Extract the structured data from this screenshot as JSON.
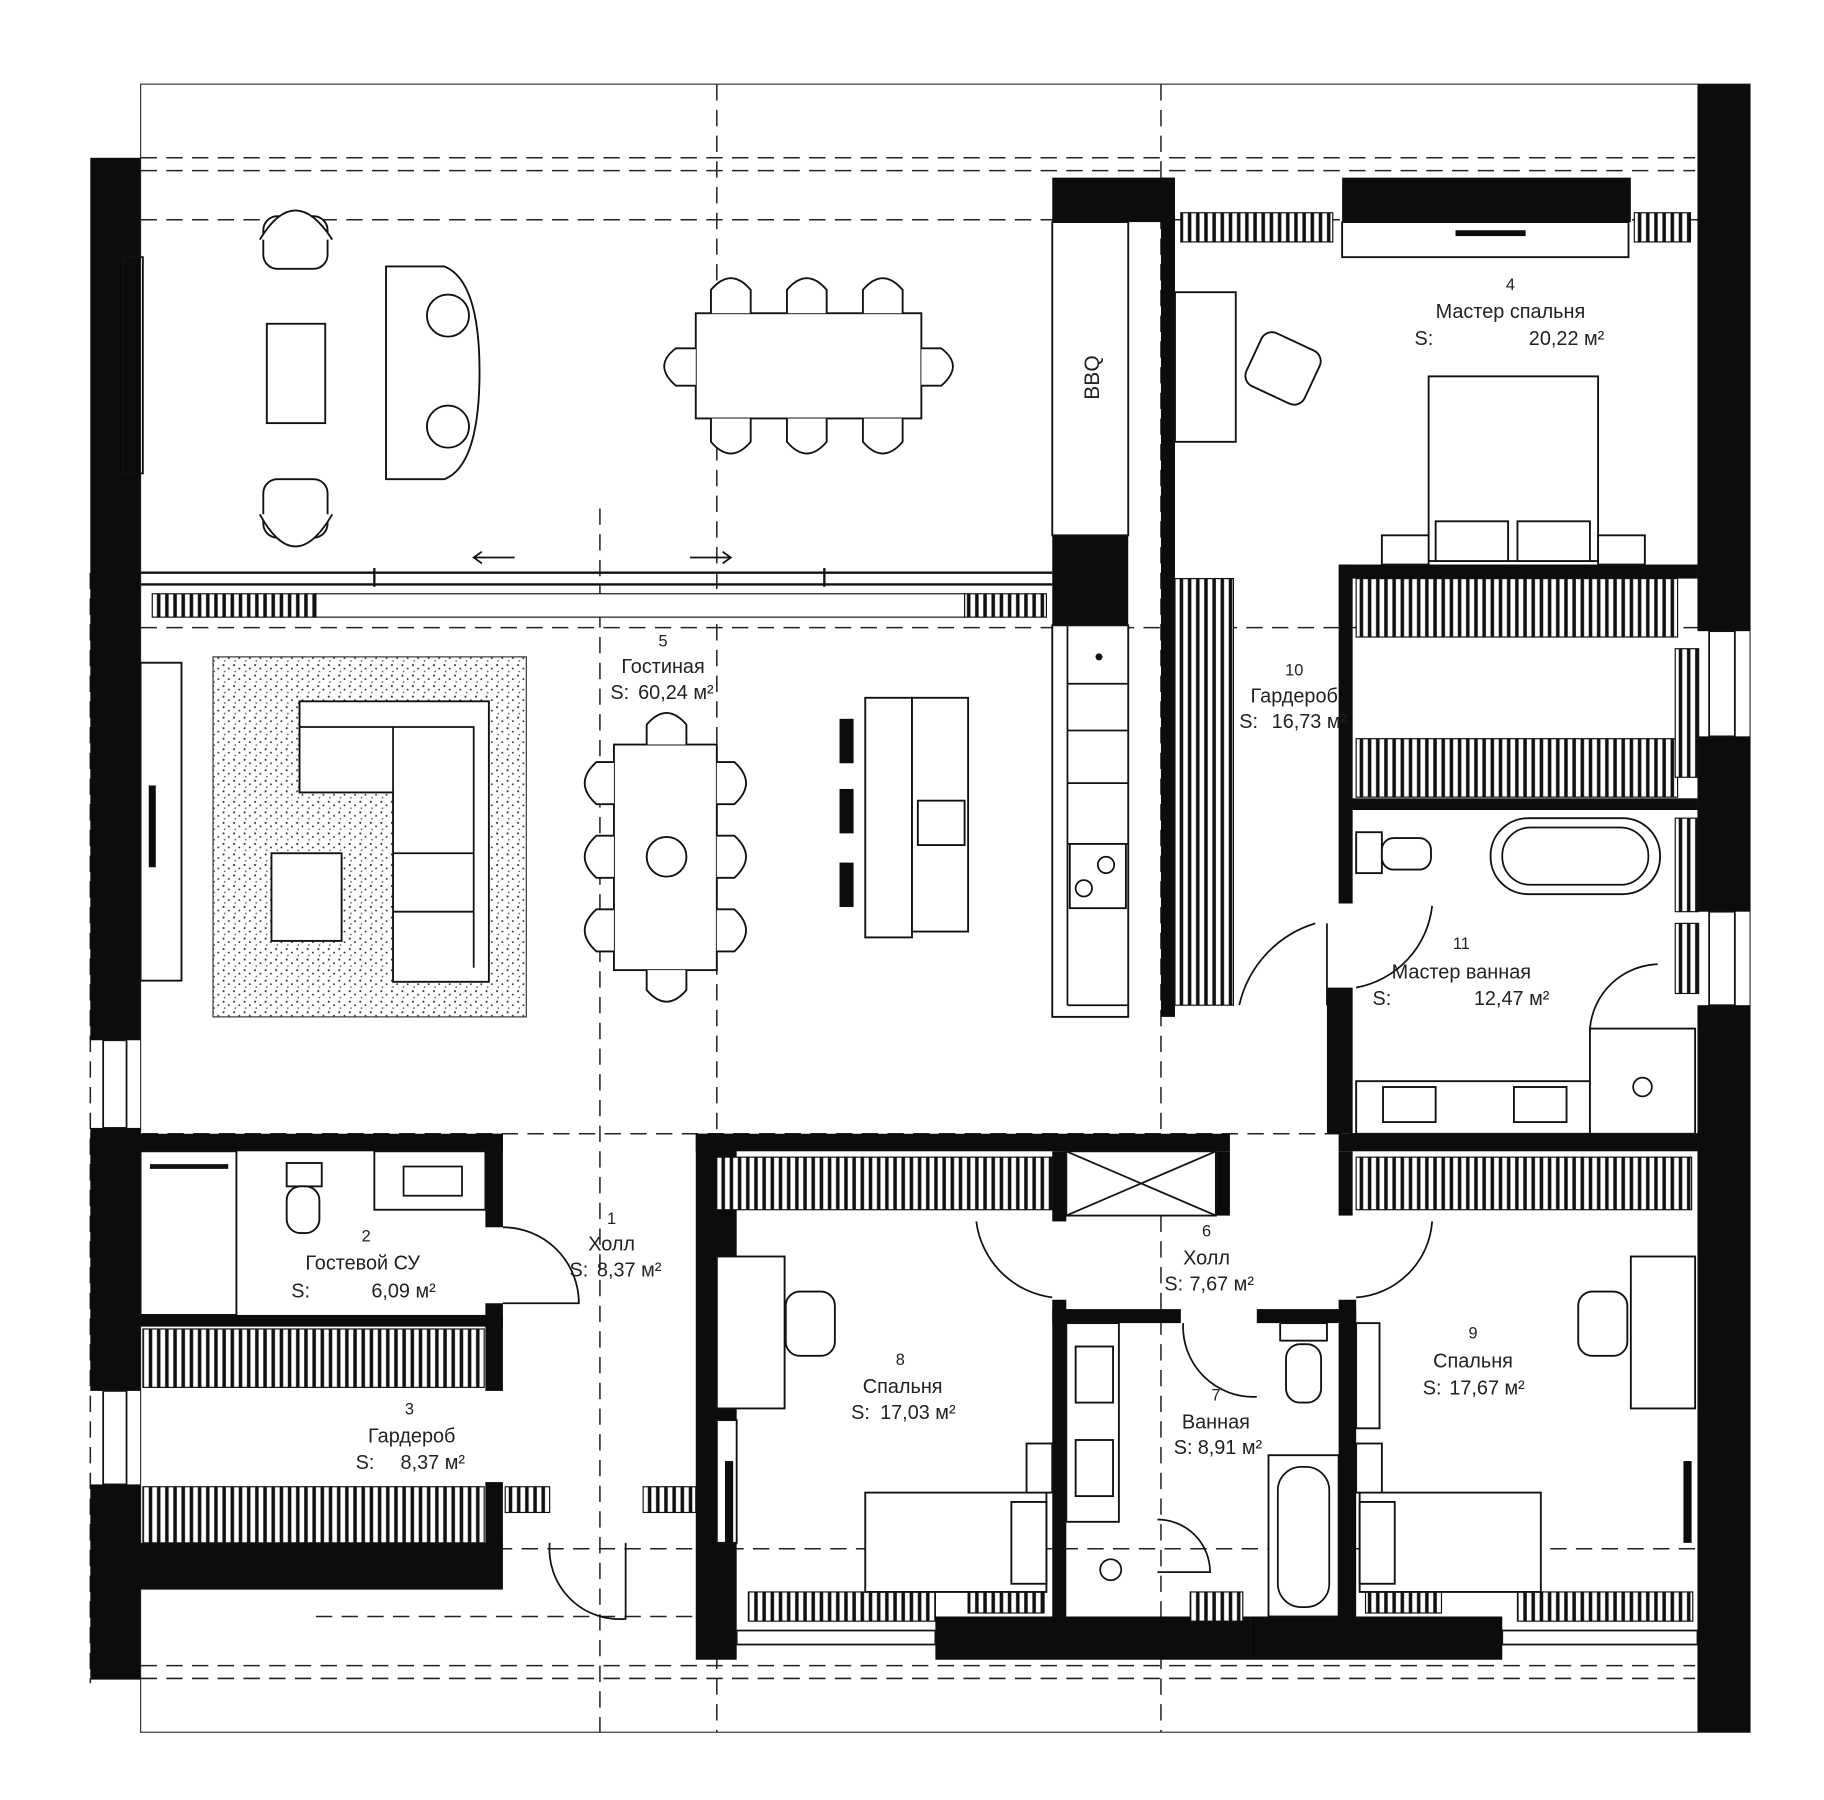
{
  "plan": {
    "bbq_label": "BBQ",
    "rooms": [
      {
        "number": "1",
        "name": "Холл",
        "s_label": "S:",
        "area": "8,37 м²"
      },
      {
        "number": "2",
        "name": "Гостевой СУ",
        "s_label": "S:",
        "area": "6,09 м²"
      },
      {
        "number": "3",
        "name": "Гардероб",
        "s_label": "S:",
        "area": "8,37 м²"
      },
      {
        "number": "4",
        "name": "Мастер спальня",
        "s_label": "S:",
        "area": "20,22 м²"
      },
      {
        "number": "5",
        "name": "Гостиная",
        "s_label": "S:",
        "area": "60,24 м²"
      },
      {
        "number": "6",
        "name": "Холл",
        "s_label": "S:",
        "area": "7,67 м²"
      },
      {
        "number": "7",
        "name": "Ванная",
        "s_label": "S:",
        "area": "8,91 м²"
      },
      {
        "number": "8",
        "name": "Спальня",
        "s_label": "S:",
        "area": "17,03 м²"
      },
      {
        "number": "9",
        "name": "Спальня",
        "s_label": "S:",
        "area": "17,67 м²"
      },
      {
        "number": "10",
        "name": "Гардероб",
        "s_label": "S:",
        "area": "16,73 м²"
      },
      {
        "number": "11",
        "name": "Мастер ванная",
        "s_label": "S:",
        "area": "12,47 м²"
      }
    ],
    "colors": {
      "wall": "#0c0c0c",
      "line": "#111111",
      "background": "#ffffff"
    }
  }
}
